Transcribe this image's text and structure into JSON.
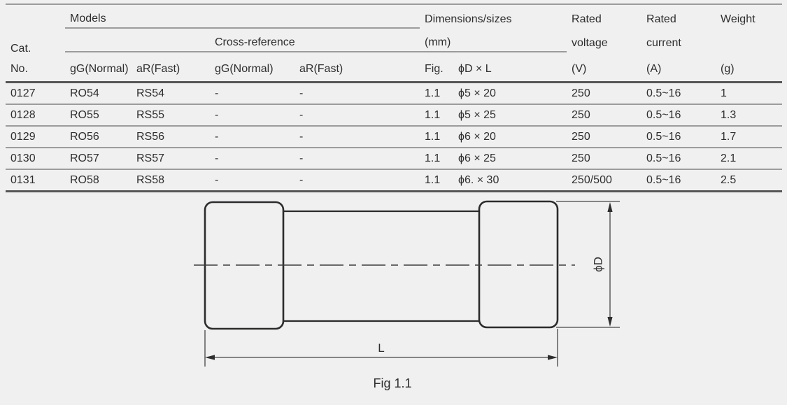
{
  "colors": {
    "background": "#f0f0f1",
    "text": "#2e2e2e",
    "rule_light": "#9c9c9c",
    "rule_dark": "#565656",
    "drawing_line": "#2c2c2c"
  },
  "table": {
    "cat_header": {
      "line1": "Cat.",
      "line2": "No."
    },
    "models_header": "Models",
    "crossref_header": "Cross-reference",
    "dims_header": {
      "line1": "Dimensions/sizes",
      "line2": "(mm)"
    },
    "voltage_header": {
      "line1": "Rated",
      "line2": "voltage",
      "line3": "(V)"
    },
    "current_header": {
      "line1": "Rated",
      "line2": "current",
      "line3": "(A)"
    },
    "weight_header": {
      "line1": "Weight",
      "line3": "(g)"
    },
    "subheaders": {
      "models_gg": "gG(Normal)",
      "models_ar": "aR(Fast)",
      "xref_gg": "gG(Normal)",
      "xref_ar": "aR(Fast)",
      "fig": "Fig.",
      "dxl": "ϕD × L"
    },
    "rows": [
      {
        "cat": "0127",
        "m_gg": "RO54",
        "m_ar": "RS54",
        "x_gg": "-",
        "x_ar": "-",
        "fig": "1.1",
        "dxl": "ϕ5 × 20",
        "v": "250",
        "a": "0.5~16",
        "g": "1"
      },
      {
        "cat": "0128",
        "m_gg": "RO55",
        "m_ar": "RS55",
        "x_gg": "-",
        "x_ar": "-",
        "fig": "1.1",
        "dxl": "ϕ5 × 25",
        "v": "250",
        "a": "0.5~16",
        "g": "1.3"
      },
      {
        "cat": "0129",
        "m_gg": "RO56",
        "m_ar": "RS56",
        "x_gg": "-",
        "x_ar": "-",
        "fig": "1.1",
        "dxl": "ϕ6 × 20",
        "v": "250",
        "a": "0.5~16",
        "g": "1.7"
      },
      {
        "cat": "0130",
        "m_gg": "RO57",
        "m_ar": "RS57",
        "x_gg": "-",
        "x_ar": "-",
        "fig": "1.1",
        "dxl": "ϕ6 × 25",
        "v": "250",
        "a": "0.5~16",
        "g": "2.1"
      },
      {
        "cat": "0131",
        "m_gg": "RO58",
        "m_ar": "RS58",
        "x_gg": "-",
        "x_ar": "-",
        "fig": "1.1",
        "dxl": "ϕ6. × 30",
        "v": "250/500",
        "a": "0.5~16",
        "g": "2.5"
      }
    ]
  },
  "figure": {
    "diameter_label": "ϕD",
    "length_label": "L",
    "caption": "Fig 1.1"
  }
}
